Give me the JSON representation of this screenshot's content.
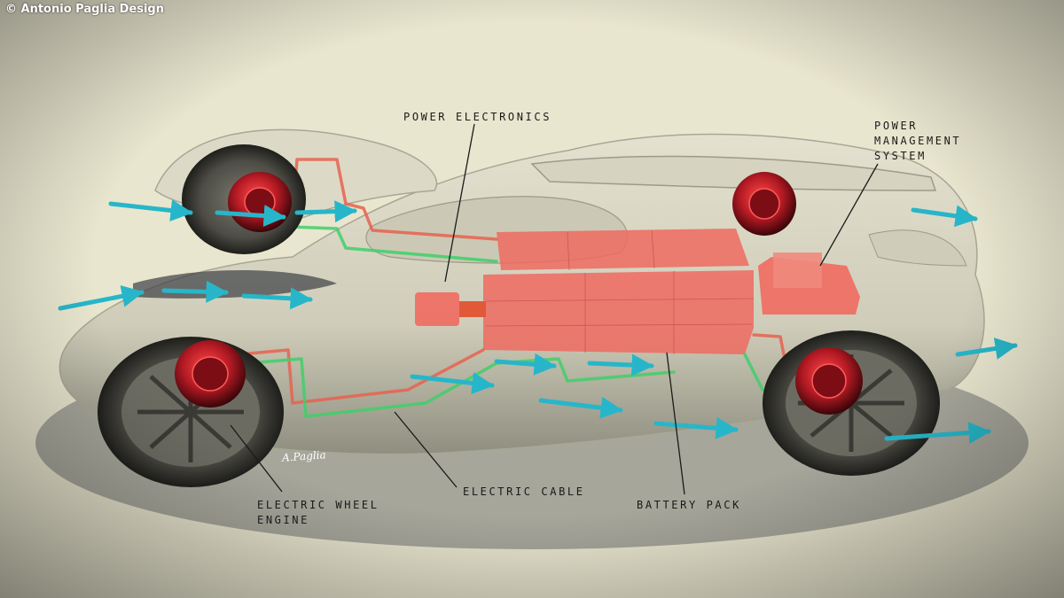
{
  "credit": "© Antonio Paglia Design",
  "signature": "A.Paglia",
  "labels": {
    "power_electronics": "POWER ELECTRONICS",
    "power_management_line1": "POWER",
    "power_management_line2": "MANAGEMENT",
    "power_management_line3": "SYSTEM",
    "electric_wheel_line1": "ELECTRIC WHEEL",
    "electric_wheel_line2": "ENGINE",
    "electric_cable": "ELECTRIC CABLE",
    "battery_pack": "BATTERY PACK"
  },
  "colors": {
    "background": "#e9e6cf",
    "car_body": "#d9d7c4",
    "battery": "#ef6a60",
    "motor": "#b51a24",
    "cable_red": "#e8624f",
    "cable_green": "#3fcf6a",
    "airflow": "#27b6c9",
    "leader_line": "#1a1a1a"
  },
  "icons": {
    "wheel": "wheel-icon",
    "motor": "electric-motor-icon",
    "airflow": "airflow-arrow-icon"
  }
}
